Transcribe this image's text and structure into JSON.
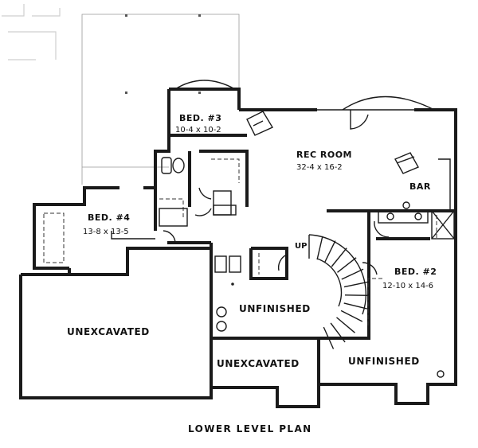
{
  "plan": {
    "title": "LOWER LEVEL PLAN",
    "rooms": {
      "bed3": {
        "name": "BED. #3",
        "dims": "10-4 x 10-2"
      },
      "rec": {
        "name": "REC ROOM",
        "dims": "32-4 x 16-2"
      },
      "bar": {
        "name": "BAR"
      },
      "bed4": {
        "name": "BED. #4",
        "dims": "13-8 x 13-5"
      },
      "bed2": {
        "name": "BED. #2",
        "dims": "12-10 x 14-6"
      },
      "unexc_left": {
        "name": "UNEXCAVATED"
      },
      "unexc_mid": {
        "name": "UNEXCAVATED"
      },
      "unfin_center": {
        "name": "UNFINISHED"
      },
      "unfin_right": {
        "name": "UNFINISHED"
      }
    },
    "stair_label": "UP"
  }
}
